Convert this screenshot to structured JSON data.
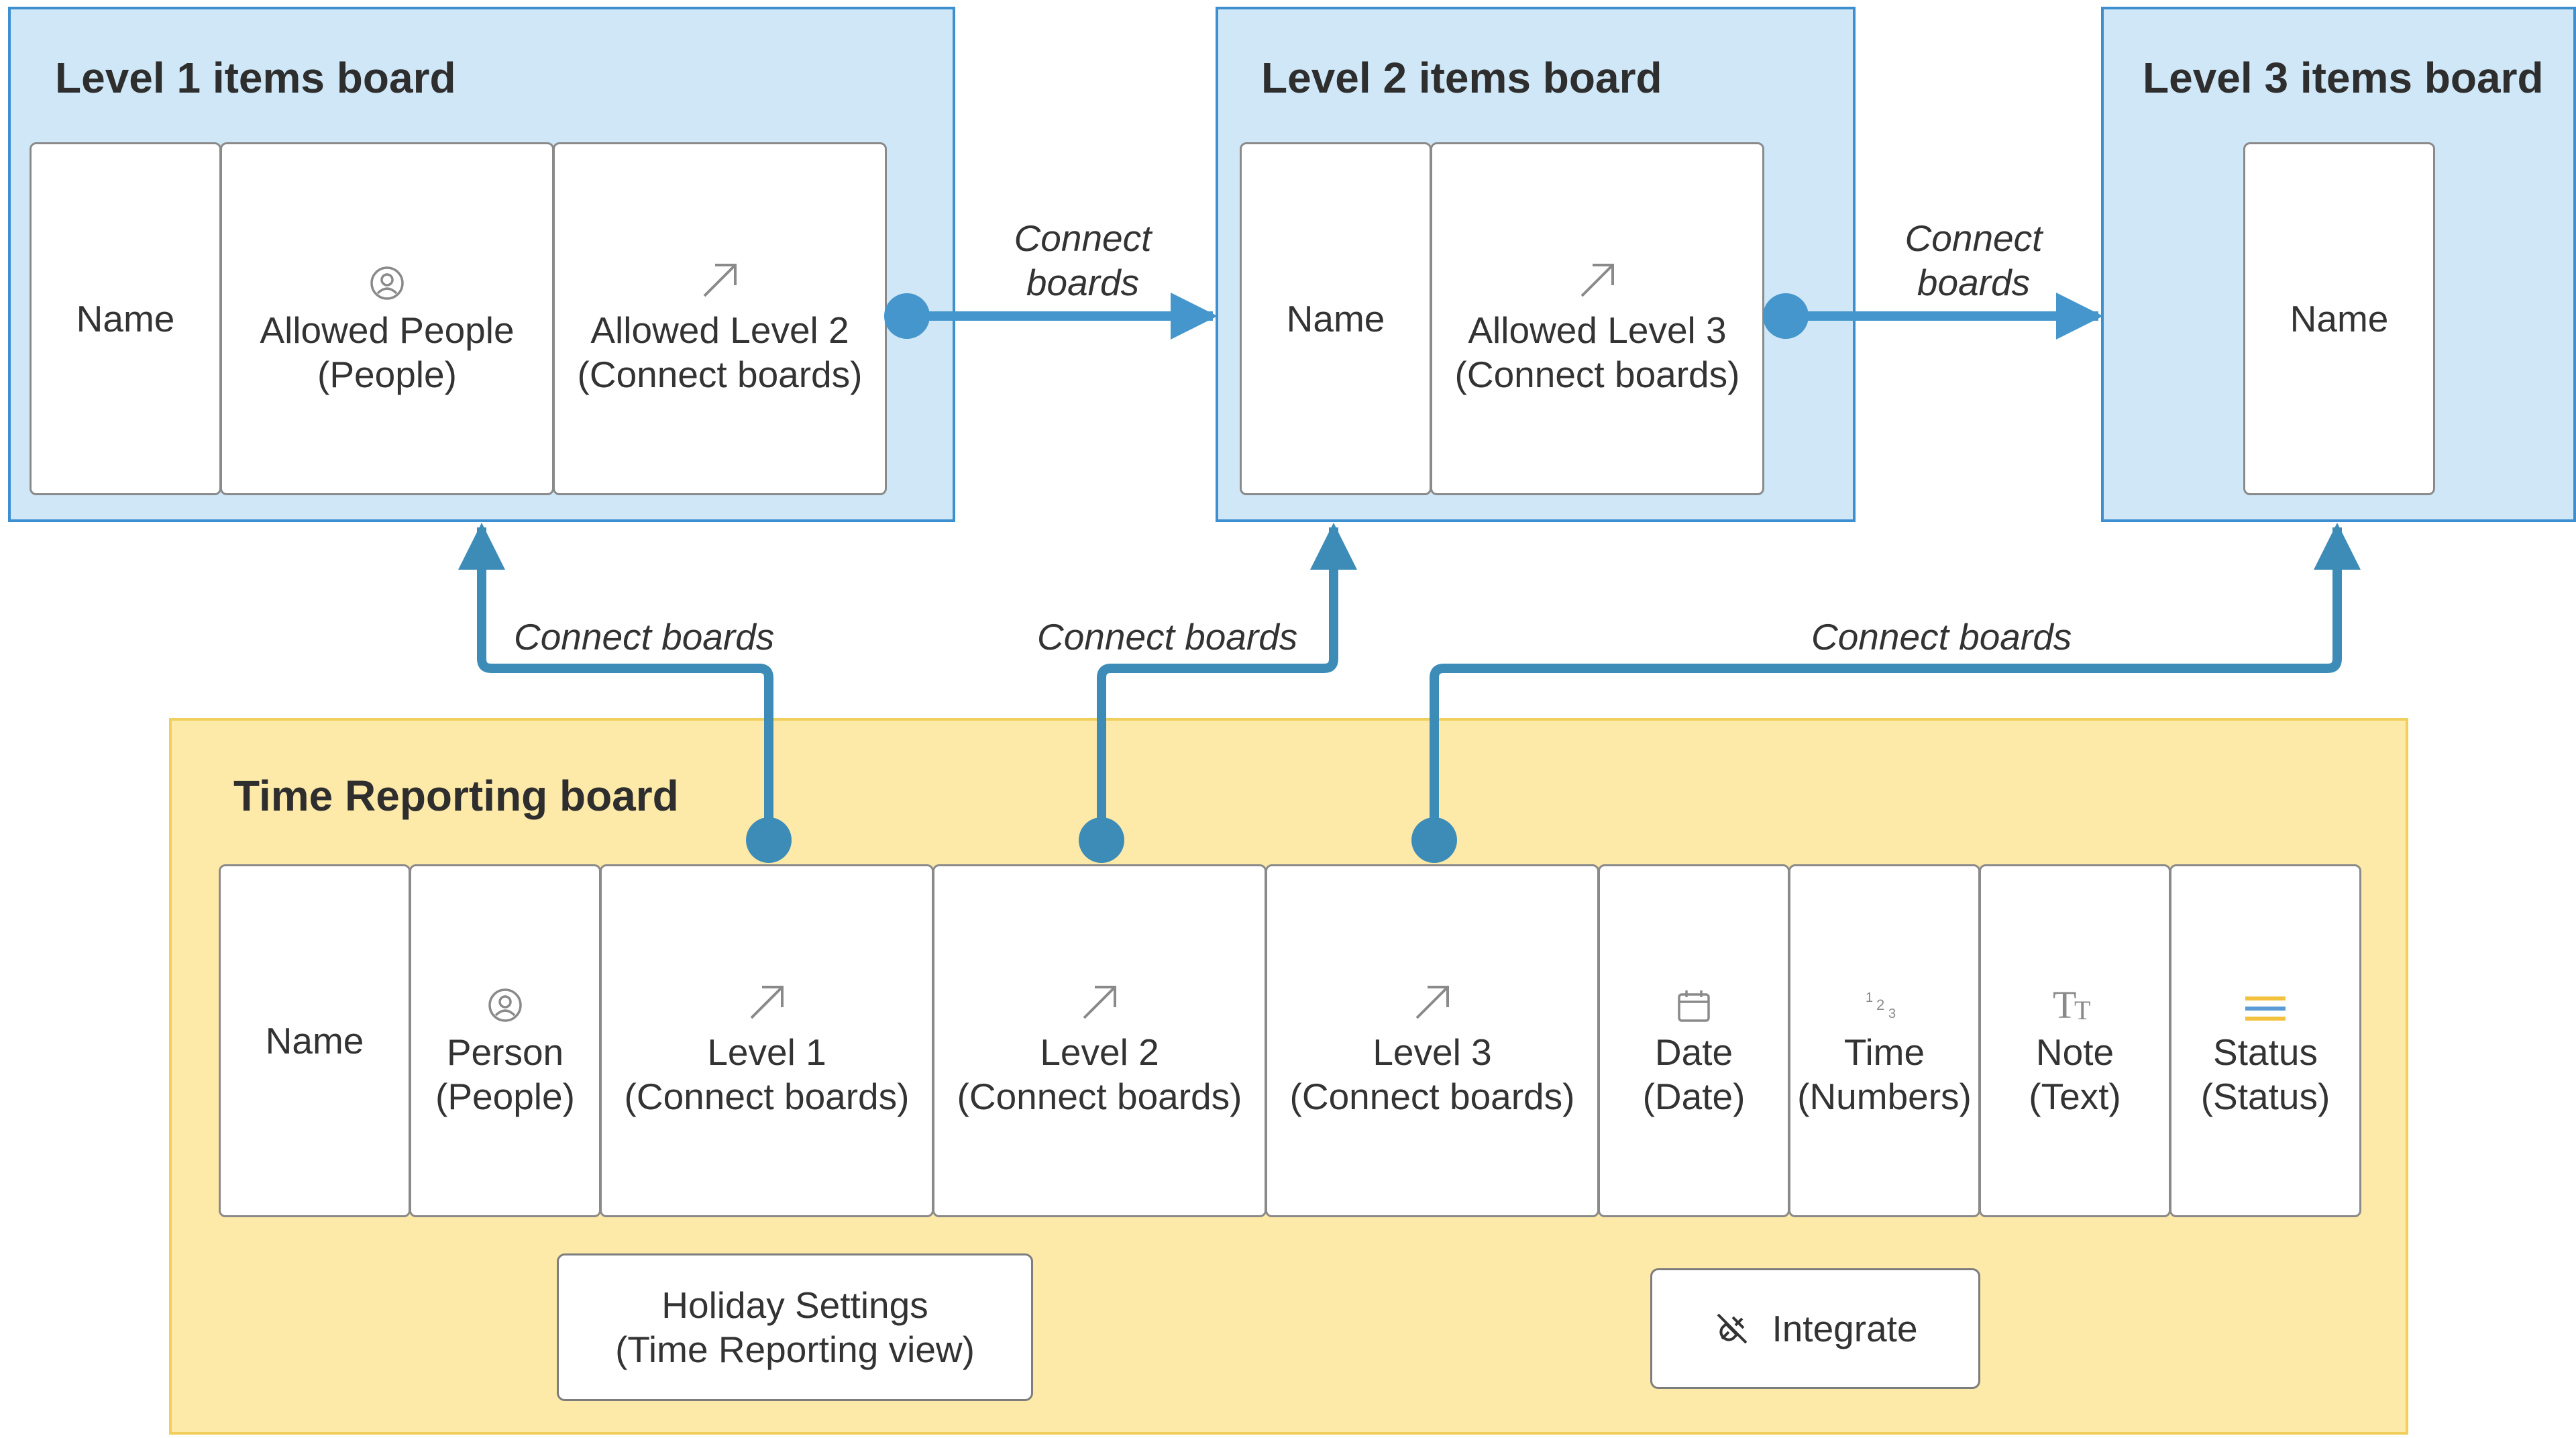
{
  "colors": {
    "board_blue_fill": "#cfe7f6",
    "board_blue_border": "#3d8fd0",
    "board_yellow_fill": "#fde9a8",
    "board_yellow_border": "#f1cf5c",
    "connector_blue": "#4596cc",
    "connector_teal": "#3d8cb8",
    "status_icon_yellow": "#f2c23e",
    "status_icon_blue": "#5b9bd5"
  },
  "level1": {
    "title": "Level 1 items board",
    "columns": [
      {
        "line1": "Name",
        "line2": "",
        "icon": "none"
      },
      {
        "line1": "Allowed People",
        "line2": "(People)",
        "icon": "person-icon"
      },
      {
        "line1": "Allowed Level 2",
        "line2": "(Connect boards)",
        "icon": "arrow-icon"
      }
    ]
  },
  "level2": {
    "title": "Level 2 items board",
    "columns": [
      {
        "line1": "Name",
        "line2": "",
        "icon": "none"
      },
      {
        "line1": "Allowed Level 3",
        "line2": "(Connect boards)",
        "icon": "arrow-icon"
      }
    ]
  },
  "level3": {
    "title": "Level 3 items board",
    "columns": [
      {
        "line1": "Name",
        "line2": "",
        "icon": "none"
      }
    ]
  },
  "time_reporting": {
    "title": "Time Reporting board",
    "columns": [
      {
        "line1": "Name",
        "line2": "",
        "icon": "none"
      },
      {
        "line1": "Person",
        "line2": "(People)",
        "icon": "person-icon"
      },
      {
        "line1": "Level 1",
        "line2": "(Connect boards)",
        "icon": "arrow-icon"
      },
      {
        "line1": "Level 2",
        "line2": "(Connect boards)",
        "icon": "arrow-icon"
      },
      {
        "line1": "Level 3",
        "line2": "(Connect boards)",
        "icon": "arrow-icon"
      },
      {
        "line1": "Date",
        "line2": "(Date)",
        "icon": "calendar-icon"
      },
      {
        "line1": "Time",
        "line2": "(Numbers)",
        "icon": "numbers-icon"
      },
      {
        "line1": "Note",
        "line2": "(Text)",
        "icon": "text-icon"
      },
      {
        "line1": "Status",
        "line2": "(Status)",
        "icon": "status-icon"
      }
    ],
    "holiday_button": {
      "line1": "Holiday Settings",
      "line2": "(Time Reporting view)"
    },
    "integrate_button": {
      "label": "Integrate",
      "icon": "plug-icon"
    }
  },
  "connectors": {
    "l1_to_l2": {
      "line1": "Connect",
      "line2": "boards"
    },
    "l2_to_l3": {
      "line1": "Connect",
      "line2": "boards"
    },
    "tr_to_l1": "Connect boards",
    "tr_to_l2": "Connect boards",
    "tr_to_l3": "Connect boards"
  }
}
